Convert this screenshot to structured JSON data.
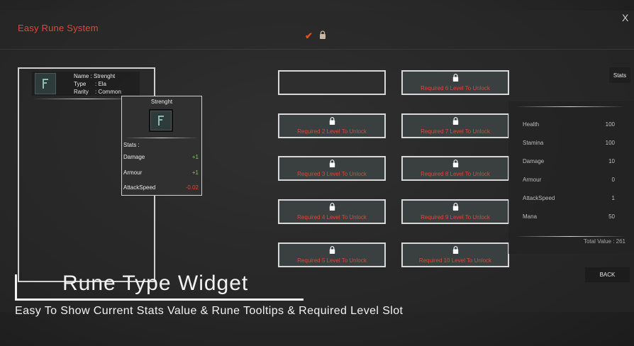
{
  "window": {
    "title": "Easy Rune System",
    "close_label": "X",
    "tab_selected_icon": "check-icon",
    "tab_locked_icon": "lock-icon"
  },
  "rune": {
    "name_key": "Name :",
    "name": "Strenght",
    "type_key": "Type",
    "type": ": Ela",
    "rarity_key": "Rarity",
    "rarity": ": Common",
    "icon": "rune-f-icon"
  },
  "tooltip": {
    "title": "Strenght",
    "stats_label": "Stats :",
    "rows": [
      {
        "label": "Damage",
        "value": "+1"
      },
      {
        "label": "Armour",
        "value": "+1"
      },
      {
        "label": "AttackSpeed",
        "value": "-0.02"
      }
    ]
  },
  "slots": [
    {
      "label": ""
    },
    {
      "label": "Required 6 Level To Unlock"
    },
    {
      "label": "Required 2 Level To Unlock"
    },
    {
      "label": "Required 7 Level To Unlock"
    },
    {
      "label": "Required 3 Level To Unlock"
    },
    {
      "label": "Required 8 Level To Unlock"
    },
    {
      "label": "Required 4 Level To Unlock"
    },
    {
      "label": "Required 9 Level To Unlock"
    },
    {
      "label": "Required 5 Level To Unlock"
    },
    {
      "label": "Required 10 Level To Unlock"
    }
  ],
  "stats": {
    "button_label": "Stats",
    "rows": [
      {
        "label": "Health",
        "value": "100"
      },
      {
        "label": "Stamina",
        "value": "100"
      },
      {
        "label": "Damage",
        "value": "10"
      },
      {
        "label": "Armour",
        "value": "0"
      },
      {
        "label": "AttackSpeed",
        "value": "1"
      },
      {
        "label": "Mana",
        "value": "50"
      }
    ],
    "total_label": "Total Value : 261"
  },
  "back_label": "BACK",
  "overlay": {
    "title": "Rune Type Widget",
    "caption": "Easy To Show Current Stats Value & Rune Tooltips & Required Level Slot"
  },
  "colors": {
    "accent_red": "#e0453a",
    "positive": "#7fd14a",
    "negative": "#e0453a"
  }
}
